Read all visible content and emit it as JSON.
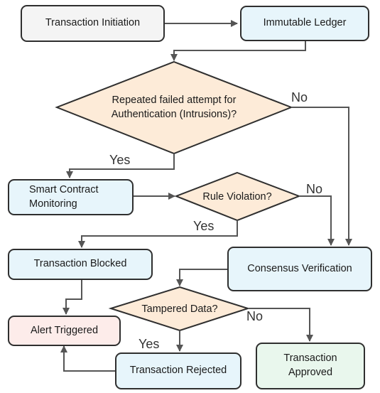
{
  "nodes": {
    "transaction_initiation": "Transaction Initiation",
    "immutable_ledger": "Immutable Ledger",
    "smart_contract_monitoring": "Smart Contract Monitoring",
    "transaction_blocked": "Transaction Blocked",
    "alert_triggered": "Alert Triggered",
    "consensus_verification": "Consensus Verification",
    "transaction_rejected": "Transaction Rejected",
    "transaction_approved": "Transaction Approved"
  },
  "decisions": {
    "authentication_intrusions": "Repeated failed attempt for Authentication (Intrusions)?",
    "rule_violation": "Rule Violation?",
    "tampered_data": "Tampered Data?"
  },
  "edge_labels": {
    "auth_no": "No",
    "auth_yes": "Yes",
    "rule_no": "No",
    "rule_yes": "Yes",
    "tamper_no": "No",
    "tamper_yes": "Yes"
  },
  "colors": {
    "start": "#f4f4f4",
    "process": "#e7f5fb",
    "decision": "#fdebd8",
    "alert": "#fdecea",
    "approved": "#e9f7ed",
    "stroke": "#2f2f2f",
    "connector": "#555555"
  }
}
